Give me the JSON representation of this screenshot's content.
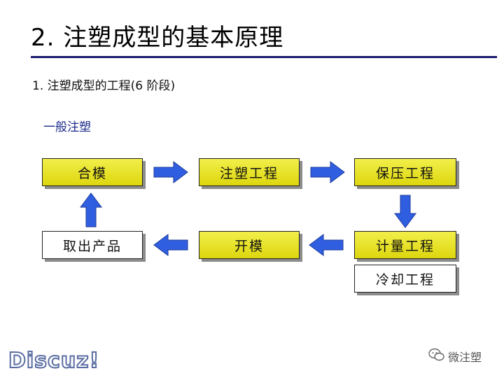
{
  "header": {
    "title": "2. 注塑成型的基本原理",
    "subtitle": "1. 注塑成型的工程(6 阶段)",
    "section_label": "一般注塑"
  },
  "steps": {
    "mold_close": "合模",
    "injection": "注塑工程",
    "holding": "保压工程",
    "metering": "计量工程",
    "cooling": "冷却工程",
    "mold_open": "开模",
    "ejection": "取出产品"
  },
  "watermarks": {
    "left": "Discuz!",
    "right": "微注塑",
    "right_icon": "wechat-icon"
  },
  "colors": {
    "box_fill": "#e8e22a",
    "arrow_fill": "#2f5fe0",
    "title_rule": "#1a1a6e",
    "section_text": "#1a2a8c"
  }
}
